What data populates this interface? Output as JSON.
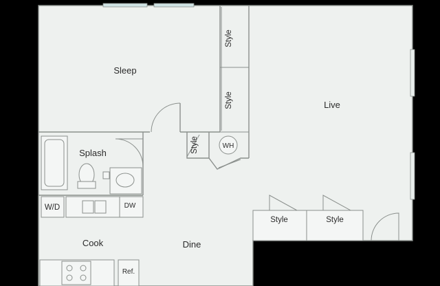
{
  "rooms": {
    "sleep": "Sleep",
    "live": "Live",
    "splash": "Splash",
    "cook": "Cook",
    "dine": "Dine"
  },
  "closets": {
    "style_upper": "Style",
    "style_middle": "Style",
    "style_small": "Style",
    "style_bottom_left": "Style",
    "style_bottom_right": "Style"
  },
  "fixtures": {
    "water_heater": "WH",
    "washer_dryer": "W/D",
    "dishwasher": "DW",
    "refrigerator": "Ref."
  },
  "colors": {
    "floor": "#eef1ef",
    "wall": "#8a8f8c",
    "window": "#cfe3e4",
    "background": "#000000"
  }
}
